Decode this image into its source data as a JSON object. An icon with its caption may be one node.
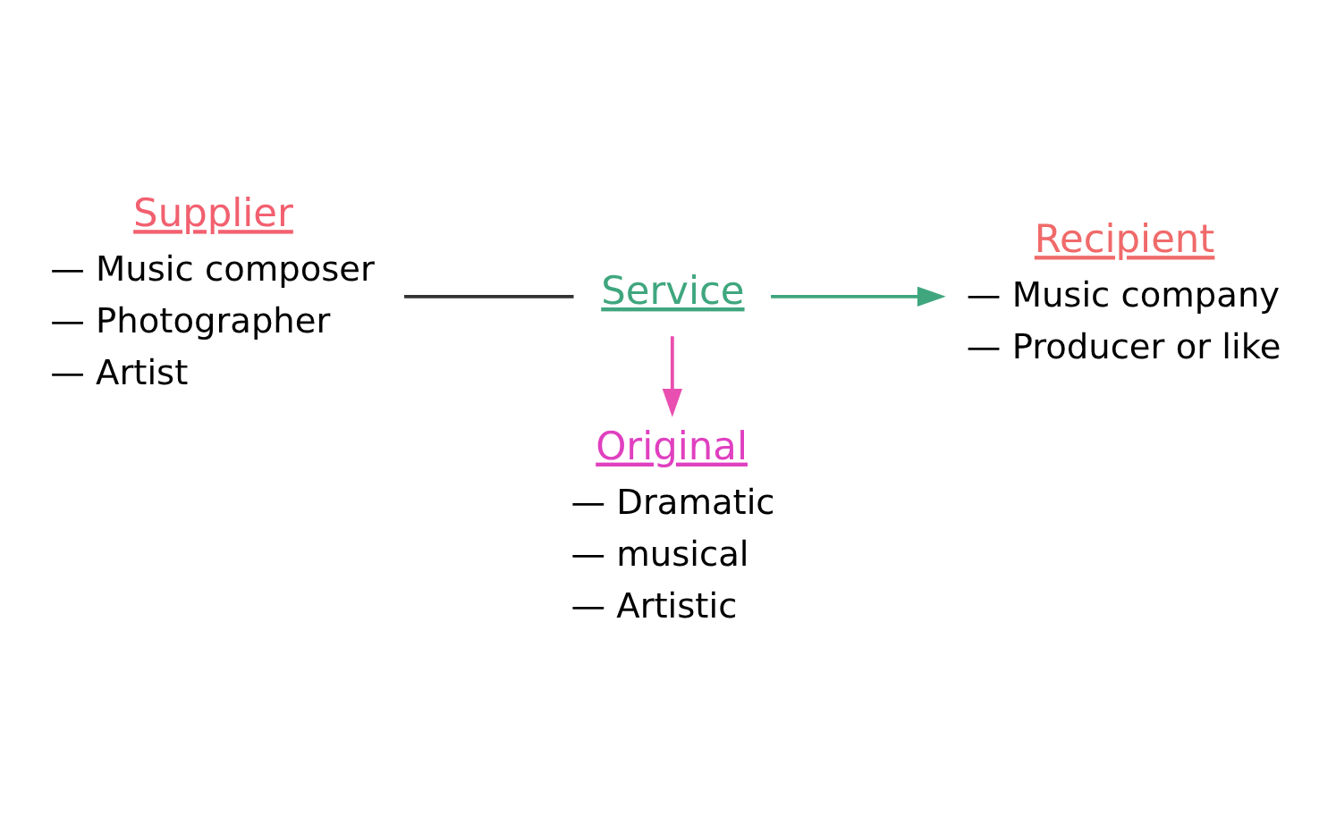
{
  "diagram": {
    "nodes": [
      {
        "text": [
          "Supplier",
          "— Music composer",
          "— Photographer",
          "— Artist"
        ]
      },
      {
        "text": [
          "Recipient",
          "— Music company",
          "— Producer or like"
        ]
      },
      {
        "text": [
          "Service"
        ]
      },
      {
        "text": [
          "Original",
          "— Dramatic",
          "— musical",
          "— Artistic"
        ]
      }
    ],
    "edges": [
      {
        "from": 0,
        "to": 2,
        "arrow": "none",
        "color": "#333333"
      },
      {
        "from": 2,
        "to": 1,
        "arrow": "to",
        "color": "#3fa67e"
      },
      {
        "from": 2,
        "to": 3,
        "arrow": "to",
        "color": "#e94fb0"
      }
    ]
  }
}
